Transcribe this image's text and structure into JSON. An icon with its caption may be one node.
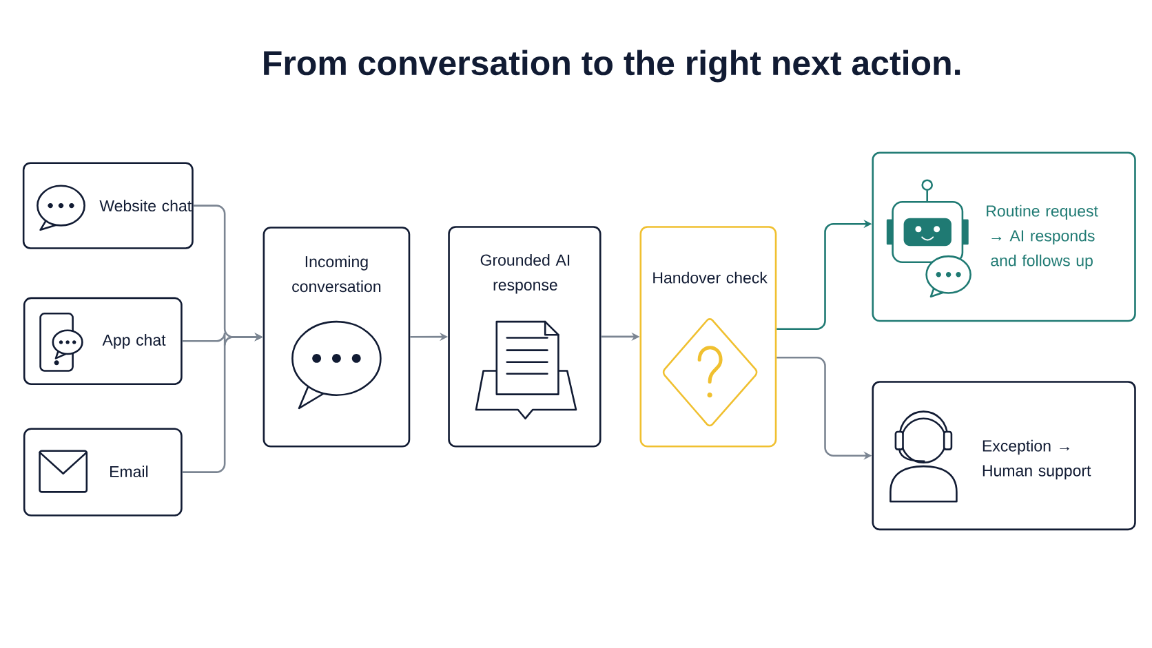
{
  "diagram": {
    "title": "From conversation to the right next action.",
    "nodes": [
      {
        "text": [
          "Website chat"
        ]
      },
      {
        "text": [
          "App chat"
        ]
      },
      {
        "text": [
          "Email"
        ]
      },
      {
        "text": [
          "Incoming conversation"
        ]
      },
      {
        "text": [
          "Grounded AI response"
        ]
      },
      {
        "text": [
          "Handover check"
        ]
      },
      {
        "text": [
          "Routine request → AI responds and follows up"
        ]
      },
      {
        "text": [
          "Exception → Human support"
        ]
      }
    ],
    "edges": [
      {
        "from": 0,
        "to": 3,
        "arrow": "to"
      },
      {
        "from": 1,
        "to": 3,
        "arrow": "to"
      },
      {
        "from": 2,
        "to": 3,
        "arrow": "to"
      },
      {
        "from": 3,
        "to": 4,
        "arrow": "to"
      },
      {
        "from": 4,
        "to": 5,
        "arrow": "to"
      },
      {
        "from": 5,
        "to": 6,
        "arrow": "to",
        "color": "#1f7a73"
      },
      {
        "from": 5,
        "to": 7,
        "arrow": "to"
      }
    ]
  }
}
